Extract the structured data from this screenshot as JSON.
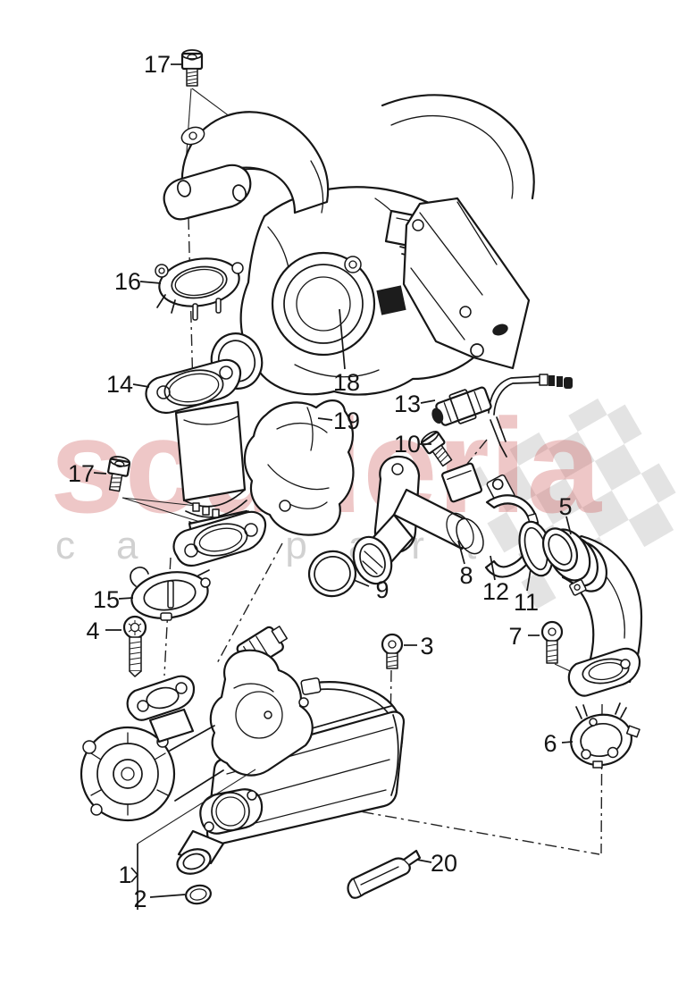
{
  "diagram": {
    "type": "exploded-parts-diagram",
    "background": "#ffffff",
    "line_color": "#161616",
    "watermark": {
      "brand": "scuderia",
      "subtitle": "car parts",
      "brand_color": "#cf5f5f",
      "subtitle_color": "#c9c9c9",
      "checker_color": "#e3e3e3"
    },
    "callouts": [
      {
        "id": "17-top",
        "label": "17"
      },
      {
        "id": "16",
        "label": "16"
      },
      {
        "id": "14",
        "label": "14"
      },
      {
        "id": "18",
        "label": "18"
      },
      {
        "id": "19",
        "label": "19"
      },
      {
        "id": "13",
        "label": "13"
      },
      {
        "id": "10",
        "label": "10"
      },
      {
        "id": "5",
        "label": "5"
      },
      {
        "id": "9",
        "label": "9"
      },
      {
        "id": "8",
        "label": "8"
      },
      {
        "id": "12",
        "label": "12"
      },
      {
        "id": "11",
        "label": "11"
      },
      {
        "id": "7",
        "label": "7"
      },
      {
        "id": "3",
        "label": "3"
      },
      {
        "id": "17-left",
        "label": "17"
      },
      {
        "id": "15",
        "label": "15"
      },
      {
        "id": "4",
        "label": "4"
      },
      {
        "id": "6",
        "label": "6"
      },
      {
        "id": "1",
        "label": "1"
      },
      {
        "id": "2",
        "label": "2"
      },
      {
        "id": "20",
        "label": "20"
      }
    ]
  }
}
